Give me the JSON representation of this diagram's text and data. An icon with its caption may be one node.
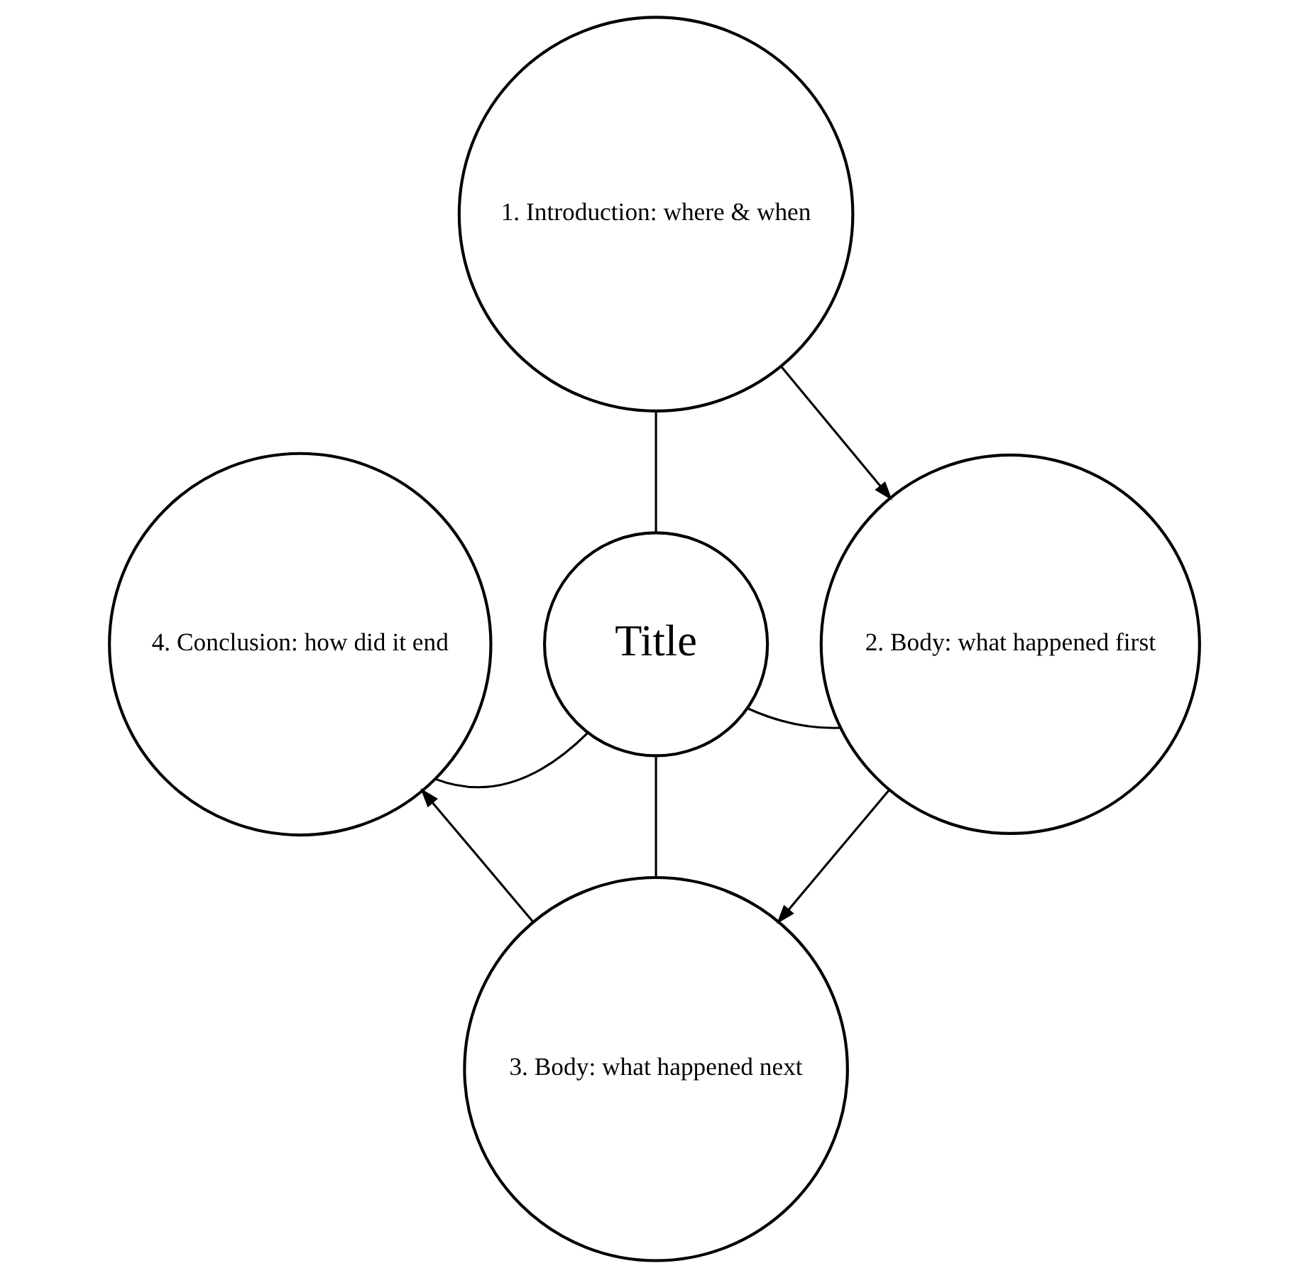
{
  "diagram": {
    "nodes": [
      {
        "text": [
          "Title"
        ]
      },
      {
        "text": [
          "1. Introduction: where & when"
        ]
      },
      {
        "text": [
          "2. Body: what happened first"
        ]
      },
      {
        "text": [
          "3. Body: what happened next"
        ]
      },
      {
        "text": [
          "4. Conclusion: how did it end"
        ]
      }
    ],
    "edges": [
      {
        "from": 1,
        "to": 0,
        "arrow": "none"
      },
      {
        "from": 0,
        "to": 2,
        "arrow": "none"
      },
      {
        "from": 0,
        "to": 3,
        "arrow": "none"
      },
      {
        "from": 4,
        "to": 0,
        "arrow": "none"
      },
      {
        "from": 1,
        "to": 2,
        "arrow": "to"
      },
      {
        "from": 2,
        "to": 3,
        "arrow": "to"
      },
      {
        "from": 3,
        "to": 4,
        "arrow": "to"
      }
    ]
  }
}
